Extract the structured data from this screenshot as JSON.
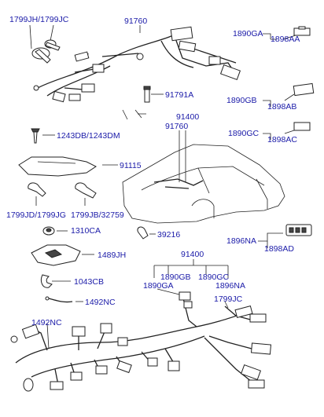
{
  "callouts": {
    "c1": "1799JH",
    "c2": "1799JC",
    "c3": "91760",
    "c4": "1890GA",
    "c5": "1898AA",
    "c6": "91791A",
    "c7": "1890GB",
    "c8": "1898AB",
    "c9": "91400",
    "c10": "91760",
    "c11": "1890GC",
    "c12": "1898AC",
    "c13": "1243DB",
    "c14": "1243DM",
    "c15": "91115",
    "c16": "1799JD",
    "c17": "1799JG",
    "c18": "1799JB",
    "c19": "32759",
    "c20": "1310CA",
    "c21": "39216",
    "c22": "1896NA",
    "c23": "1898AD",
    "c24": "1489JH",
    "c25": "91400",
    "c26": "1890GB",
    "c27": "1890GC",
    "c28": "1890GA",
    "c29": "1896NA",
    "c30": "1043CB",
    "c31": "1799JC",
    "c32": "1492NC",
    "c33": "1492NC"
  },
  "separator": "/"
}
